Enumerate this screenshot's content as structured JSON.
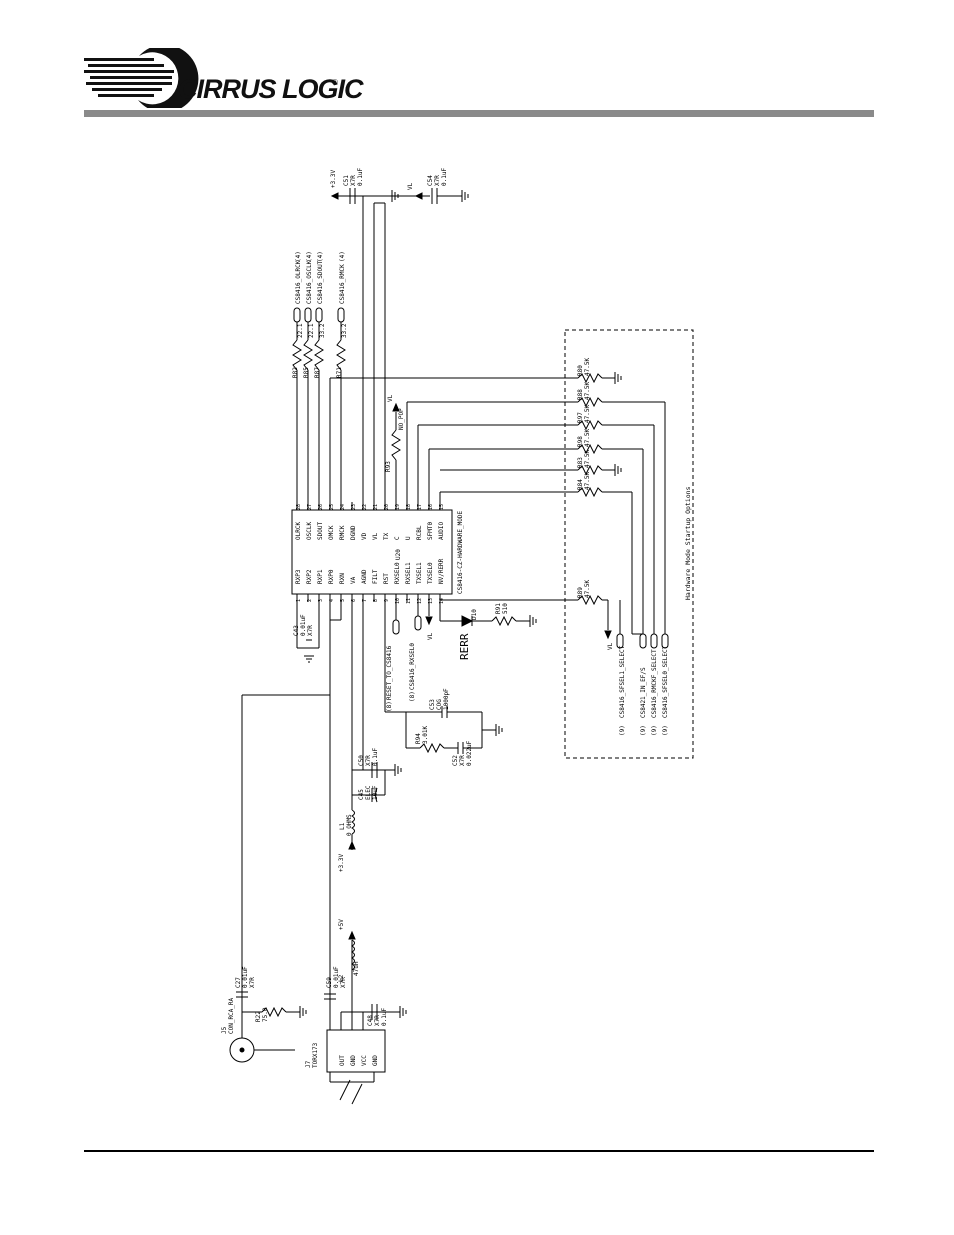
{
  "header": {
    "brand": "CIRRUS LOGIC",
    "reg_mark": "®"
  },
  "schematic": {
    "ic": {
      "ref": "U20",
      "part": "CS8416-CZ-HARDWARE_MODE",
      "left_pins": [
        {
          "num": "1",
          "name": "RXP3"
        },
        {
          "num": "2",
          "name": "RXP2"
        },
        {
          "num": "3",
          "name": "RXP1"
        },
        {
          "num": "4",
          "name": "RXP0"
        },
        {
          "num": "5",
          "name": "RXN"
        },
        {
          "num": "6",
          "name": "VA"
        },
        {
          "num": "7",
          "name": "AGND"
        },
        {
          "num": "8",
          "name": "FILT"
        },
        {
          "num": "9",
          "name": "RST"
        },
        {
          "num": "10",
          "name": "RXSEL0"
        },
        {
          "num": "11",
          "name": "RXSEL1"
        },
        {
          "num": "12",
          "name": "TXSEL1"
        },
        {
          "num": "13",
          "name": "TXSEL0"
        },
        {
          "num": "14",
          "name": "NV/RERR"
        }
      ],
      "right_pins": [
        {
          "num": "28",
          "name": "OLRCK"
        },
        {
          "num": "27",
          "name": "OSCLK"
        },
        {
          "num": "26",
          "name": "SDOUT"
        },
        {
          "num": "25",
          "name": "OMCK"
        },
        {
          "num": "24",
          "name": "RMCK"
        },
        {
          "num": "23",
          "name": "DGND"
        },
        {
          "num": "22",
          "name": "VD"
        },
        {
          "num": "21",
          "name": "VL"
        },
        {
          "num": "20",
          "name": "TX"
        },
        {
          "num": "19",
          "name": "C"
        },
        {
          "num": "18",
          "name": "U"
        },
        {
          "num": "17",
          "name": "RCBL"
        },
        {
          "num": "16",
          "name": "SFMT0"
        },
        {
          "num": "15",
          "name": "AUDIO"
        }
      ]
    },
    "nets": {
      "olrck": "CS8416_OLRCK",
      "osclk": "CS8416_OSCLK",
      "sdout": "CS8416_SDOUT",
      "rmck": "CS8416_RMCK",
      "sheet_ref_4": "(4)",
      "sheet_ref_8": "(8)",
      "sheet_ref_9": "(9)",
      "reset": "RESET_TO_CS8416",
      "rxsel": "CS8416_RXSEL0",
      "sfsel1": "CS8416_SFSEL1_SELECT",
      "in_ef": "CS8421_IN_EF/S",
      "rmckf": "CS8416_RMCKF_SELECT",
      "sfsel0": "CS8416_SFSEL0_SELECT",
      "no_pop": "NO_POP"
    },
    "rails": {
      "p33v": "+3.3V",
      "vl": "VL",
      "p5v": "+5V"
    },
    "parts": {
      "r82": "R82",
      "r82v": "22.1",
      "r85": "R85",
      "r85v": "22.1",
      "r87": "R87",
      "r87v": "33.2",
      "r71": "R71",
      "r71v": "33.2",
      "r93": "R93",
      "r80": "R80",
      "r80v": "47.5K",
      "r88": "R88",
      "r88v": "47.5K",
      "r97": "R97",
      "r97v": "47.5K",
      "r98": "R98",
      "r98v": "47.5K",
      "r83": "R83",
      "r83v": "47.5K",
      "r84": "R84",
      "r84v": "47.5K",
      "r89": "R89",
      "r89v": "47.5K",
      "r91": "R91",
      "r91v": "510",
      "d10": "D10",
      "rerr": "RERR",
      "c51": "C51",
      "c51a": "X7R",
      "c51b": "0.1uF",
      "c54": "C54",
      "c54a": "X7R",
      "c54b": "0.1uF",
      "c43": "C43",
      "c43v": "0.01uF",
      "c43t": "X7R",
      "c53": "C53",
      "c53a": "COG",
      "c53b": "1000pF",
      "r94": "R94",
      "r94v": "3.01K",
      "c52": "C52",
      "c52a": "X7R",
      "c52b": "0.022uF",
      "c50": "C50",
      "c50a": "X7R",
      "c50b": "0.1uF",
      "c45": "C45",
      "c45a": "ELEC",
      "c45b": "10uF",
      "l1": "L1",
      "l1v": "0 OHMS",
      "c27": "C27",
      "c27v": "0.01uF",
      "c27t": "X7R",
      "r22": "R22",
      "r22v": "75.0",
      "j5": "J5",
      "j5v": "CON_RCA_RA",
      "c59": "C59",
      "c59v": "0.01uF",
      "c59t": "X7R",
      "c48": "C48",
      "c48a": "X7R",
      "c48b": "0.1uF",
      "l2": "L2",
      "l2v": "47uH",
      "j7": "J7",
      "j7v": "TORX173",
      "j7_pin1": "OUT",
      "j7_pin2": "GND",
      "j7_pin3": "VCC",
      "j7_pin4": "GND"
    },
    "box_title": "Hardware Mode Startup Options"
  }
}
